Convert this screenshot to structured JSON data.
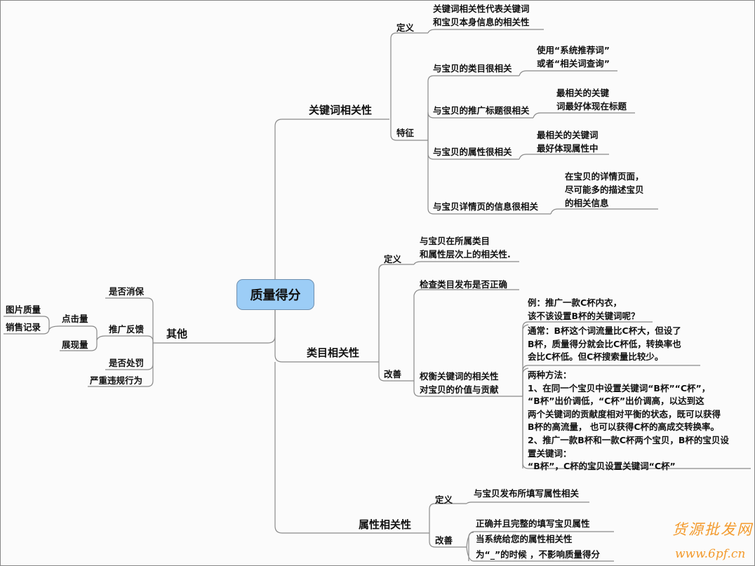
{
  "root": "质量得分",
  "keyword": {
    "label": "关键词相关性",
    "def_label": "定义",
    "def_text": [
      "关键词相关性代表关键词",
      "和宝贝本身信息的相关性"
    ],
    "feat_label": "特征",
    "features": [
      {
        "label": "与宝贝的类目很相关",
        "note": [
          "使用“系统推荐词”",
          "或者“相关词查询”"
        ]
      },
      {
        "label": "与宝贝的推广标题很相关",
        "note": [
          "最相关的关键",
          "词最好体现在标题"
        ]
      },
      {
        "label": "与宝贝的属性很相关",
        "note": [
          "最相关的关键词",
          "最好体现属性中"
        ]
      },
      {
        "label": "与宝贝详情页的信息很相关",
        "note": [
          "在宝贝的详情页面，",
          "尽可能多的描述宝贝",
          "的相关信息"
        ]
      }
    ]
  },
  "category": {
    "label": "类目相关性",
    "def_label": "定义",
    "def_text": [
      "与宝贝在所属类目",
      "和属性层次上的相关性."
    ],
    "improve_label": "改善",
    "check": "检查类目发布是否正确",
    "balance": [
      "权衡关键词的相关性",
      "对宝贝的价值与贡献"
    ],
    "example": [
      "例：推广一款C杯内衣，",
      "该不该设置B杯的关键词呢？"
    ],
    "usually": [
      "通常：B杯这个词流量比C杯大，但设了",
      "B杯，质量得分就会比C杯低，转换率也",
      "会比C杯低。但C杯搜索量比较少。"
    ],
    "methods": [
      "两种方法：",
      "1、在同一个宝贝中设置关键词“B杯”“C杯”，",
      "“B杯”出价调低，“C杯”出价调高，以达到这",
      "两个关键词的贡献度相对平衡的状态，既可以获得",
      "B杯的高流量， 也可以获得C杯的高成交转换率。",
      "2、推广一款B杯和一款C杯两个宝贝，B杯的宝贝设",
      "置关键词：",
      "“B杯”，C杯的宝贝设置关键词“C杯”"
    ]
  },
  "attribute": {
    "label": "属性相关性",
    "def_label": "定义",
    "def_text": "与宝贝发布所填写属性相关",
    "improve_label": "改善",
    "improve_1": "正确并且完整的填写宝贝属性",
    "improve_2": [
      "当系统给您的属性相关性",
      "为“_”的时候 ，不影响质量得分"
    ]
  },
  "other": {
    "label": "其他",
    "items": [
      "是否消保",
      "推广反馈",
      "是否处罚",
      "严重违规行为"
    ],
    "feedback": [
      "点击量",
      "展现量"
    ],
    "click": [
      "图片质量",
      "销售记录"
    ]
  },
  "watermark": {
    "name": "货源批发网",
    "url": "www.6pf.cn"
  }
}
